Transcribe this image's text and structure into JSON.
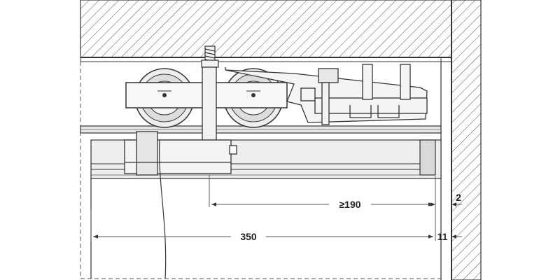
{
  "diagram": {
    "colors": {
      "line": "#333333",
      "part_fill": "#f2f2f2",
      "part_fill_dark": "#d9d9d9",
      "dim_line": "#555555"
    },
    "dimensions": {
      "min_offset": "≥190",
      "total_width": "350",
      "side_gap": "2",
      "wall_offset": "11"
    }
  }
}
